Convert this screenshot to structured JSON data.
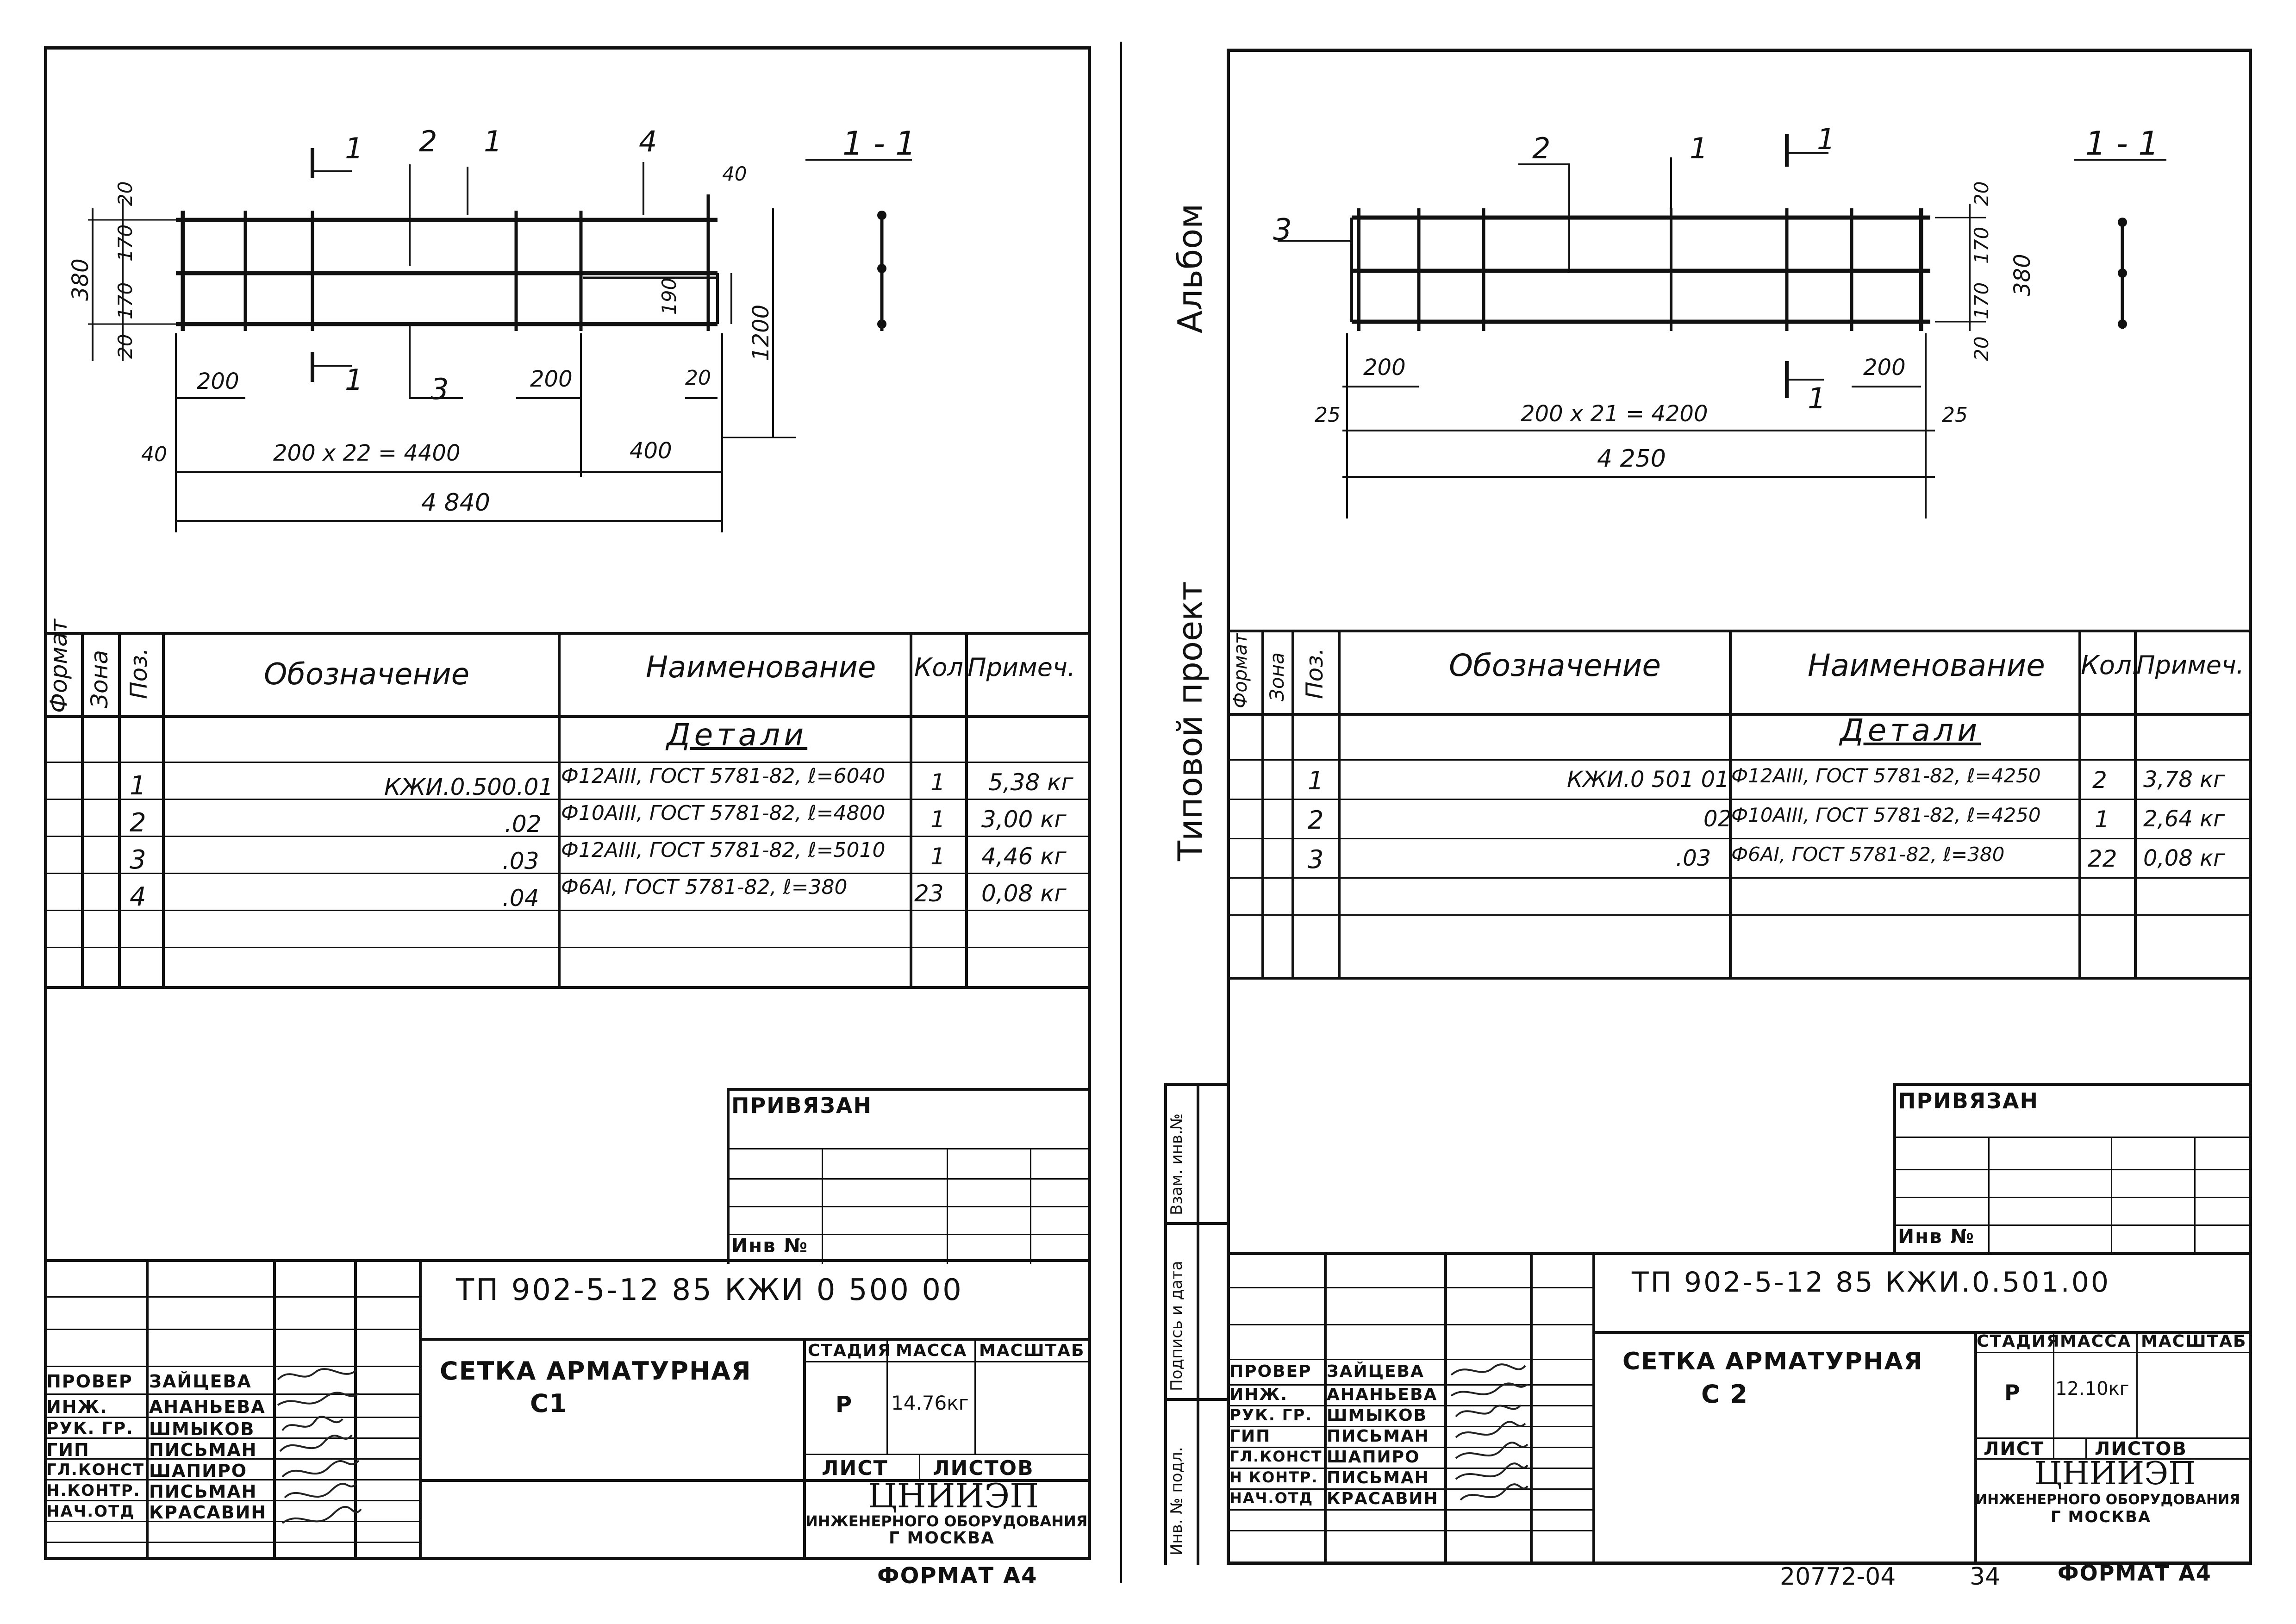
{
  "sheet1": {
    "section_label": "1 - 1",
    "marks": {
      "m1a": "1",
      "m2": "2",
      "m1b": "1",
      "m4": "4",
      "m1c": "1",
      "m3": "3"
    },
    "dims": {
      "d20a": "20",
      "d170a": "170",
      "d170b": "170",
      "d20b": "20",
      "d380": "380",
      "d40a": "40",
      "d190": "190",
      "d1200": "1200",
      "d200a": "200",
      "d200b": "200",
      "d20c": "20",
      "d40b": "40",
      "d_span": "200 x 22 = 4400",
      "d400": "400",
      "d_total": "4 840"
    },
    "spec": {
      "headers": {
        "format": "Формат",
        "zone": "Зона",
        "pos": "Поз.",
        "designation": "Обозначение",
        "name": "Наименование",
        "qty": "Кол.",
        "note": "Примеч."
      },
      "section": "Детали",
      "rows": [
        {
          "pos": "1",
          "designation": "КЖИ.0.500.01",
          "name": "Ф12АIII, ГОСТ 5781-82, ℓ=6040",
          "qty": "1",
          "note": "5,38 кг"
        },
        {
          "pos": "2",
          "designation": ".02",
          "name": "Ф10АIII, ГОСТ 5781-82, ℓ=4800",
          "qty": "1",
          "note": "3,00 кг"
        },
        {
          "pos": "3",
          "designation": ".03",
          "name": "Ф12АIII, ГОСТ 5781-82, ℓ=5010",
          "qty": "1",
          "note": "4,46 кг"
        },
        {
          "pos": "4",
          "designation": ".04",
          "name": "Ф6АI, ГОСТ 5781-82, ℓ=380",
          "qty": "23",
          "note": "0,08 кг"
        }
      ]
    },
    "privyazan": "ПРИВЯЗАН",
    "inv": "Инв №",
    "stamp": {
      "code": "ТП 902-5-12 85     КЖИ 0 500 00",
      "title": "СЕТКА АРМАТУРНАЯ",
      "title2": "С1",
      "stage_h": "СТАДИЯ",
      "mass_h": "МАССА",
      "scale_h": "МАСШТАБ",
      "stage": "Р",
      "mass": "14.76кг",
      "sheet_h": "ЛИСТ",
      "sheets_h": "ЛИСТОВ",
      "org1": "ЦНИИЭП",
      "org2": "ИНЖЕНЕРНОГО ОБОРУДОВАНИЯ",
      "org3": "Г МОСКВА",
      "people": [
        {
          "role": "ПРОВЕР",
          "name": "ЗАЙЦЕВА"
        },
        {
          "role": "ИНЖ.",
          "name": "АНАНЬЕВА"
        },
        {
          "role": "РУК. ГР.",
          "name": "ШМЫКОВ"
        },
        {
          "role": "ГИП",
          "name": "ПИСЬМАН"
        },
        {
          "role": "ГЛ.КОНСТ",
          "name": "ШАПИРО"
        },
        {
          "role": "Н.КОНТР.",
          "name": "ПИСЬМАН"
        },
        {
          "role": "НАЧ.ОТД",
          "name": "КРАСАВИН"
        }
      ]
    },
    "format": "ФОРМАТ А4"
  },
  "sheet2": {
    "album": "Альбом",
    "project": "Типовой   проект",
    "side_labels": {
      "vzam": "Взам. инв.№",
      "podpis": "Подпись и дата",
      "inv_podl": "Инв. № подл."
    },
    "section_label": "1 - 1",
    "marks": {
      "m2": "2",
      "m1a": "1",
      "m1b": "1",
      "m3": "3",
      "m1c": "1"
    },
    "dims": {
      "d20a": "20",
      "d170a": "170",
      "d170b": "170",
      "d20b": "20",
      "d380": "380",
      "d200a": "200",
      "d200b": "200",
      "d25a": "25",
      "d25b": "25",
      "d_span": "200 x 21 = 4200",
      "d_total": "4 250"
    },
    "spec": {
      "headers": {
        "format": "Формат",
        "zone": "Зона",
        "pos": "Поз.",
        "designation": "Обозначение",
        "name": "Наименование",
        "qty": "Кол.",
        "note": "Примеч."
      },
      "section": "Детали",
      "rows": [
        {
          "pos": "1",
          "designation": "КЖИ.0 501 01",
          "name": "Ф12АIII, ГОСТ 5781-82, ℓ=4250",
          "qty": "2",
          "note": "3,78 кг"
        },
        {
          "pos": "2",
          "designation": "02",
          "name": "Ф10АIII, ГОСТ 5781-82, ℓ=4250",
          "qty": "1",
          "note": "2,64 кг"
        },
        {
          "pos": "3",
          "designation": ".03",
          "name": "Ф6АI, ГОСТ 5781-82, ℓ=380",
          "qty": "22",
          "note": "0,08 кг"
        }
      ]
    },
    "privyazan": "ПРИВЯЗАН",
    "inv": "Инв №",
    "stamp": {
      "code": "ТП 902-5-12 85       КЖИ.0.501.00",
      "title": "СЕТКА АРМАТУРНАЯ",
      "title2": "С 2",
      "stage_h": "СТАДИЯ",
      "mass_h": "МАССА",
      "scale_h": "МАСШТАБ",
      "stage": "Р",
      "mass": "12.10кг",
      "sheet_h": "ЛИСТ",
      "sheets_h": "ЛИСТОВ",
      "org1": "ЦНИИЭП",
      "org2": "ИНЖЕНЕРНОГО ОБОРУДОВАНИЯ",
      "org3": "Г МОСКВА",
      "people": [
        {
          "role": "ПРОВЕР",
          "name": "ЗАЙЦЕВА"
        },
        {
          "role": "ИНЖ.",
          "name": "АНАНЬЕВА"
        },
        {
          "role": "РУК. ГР.",
          "name": "ШМЫКОВ"
        },
        {
          "role": "ГИП",
          "name": "ПИСЬМАН"
        },
        {
          "role": "ГЛ.КОНСТ.",
          "name": "ШАПИРО"
        },
        {
          "role": "Н КОНТР.",
          "name": "ПИСЬМАН"
        },
        {
          "role": "НАЧ.ОТД",
          "name": "КРАСАВИН"
        }
      ]
    },
    "doc_number": "20772-04",
    "page_number": "34",
    "format": "ФОРМАТ А4"
  }
}
